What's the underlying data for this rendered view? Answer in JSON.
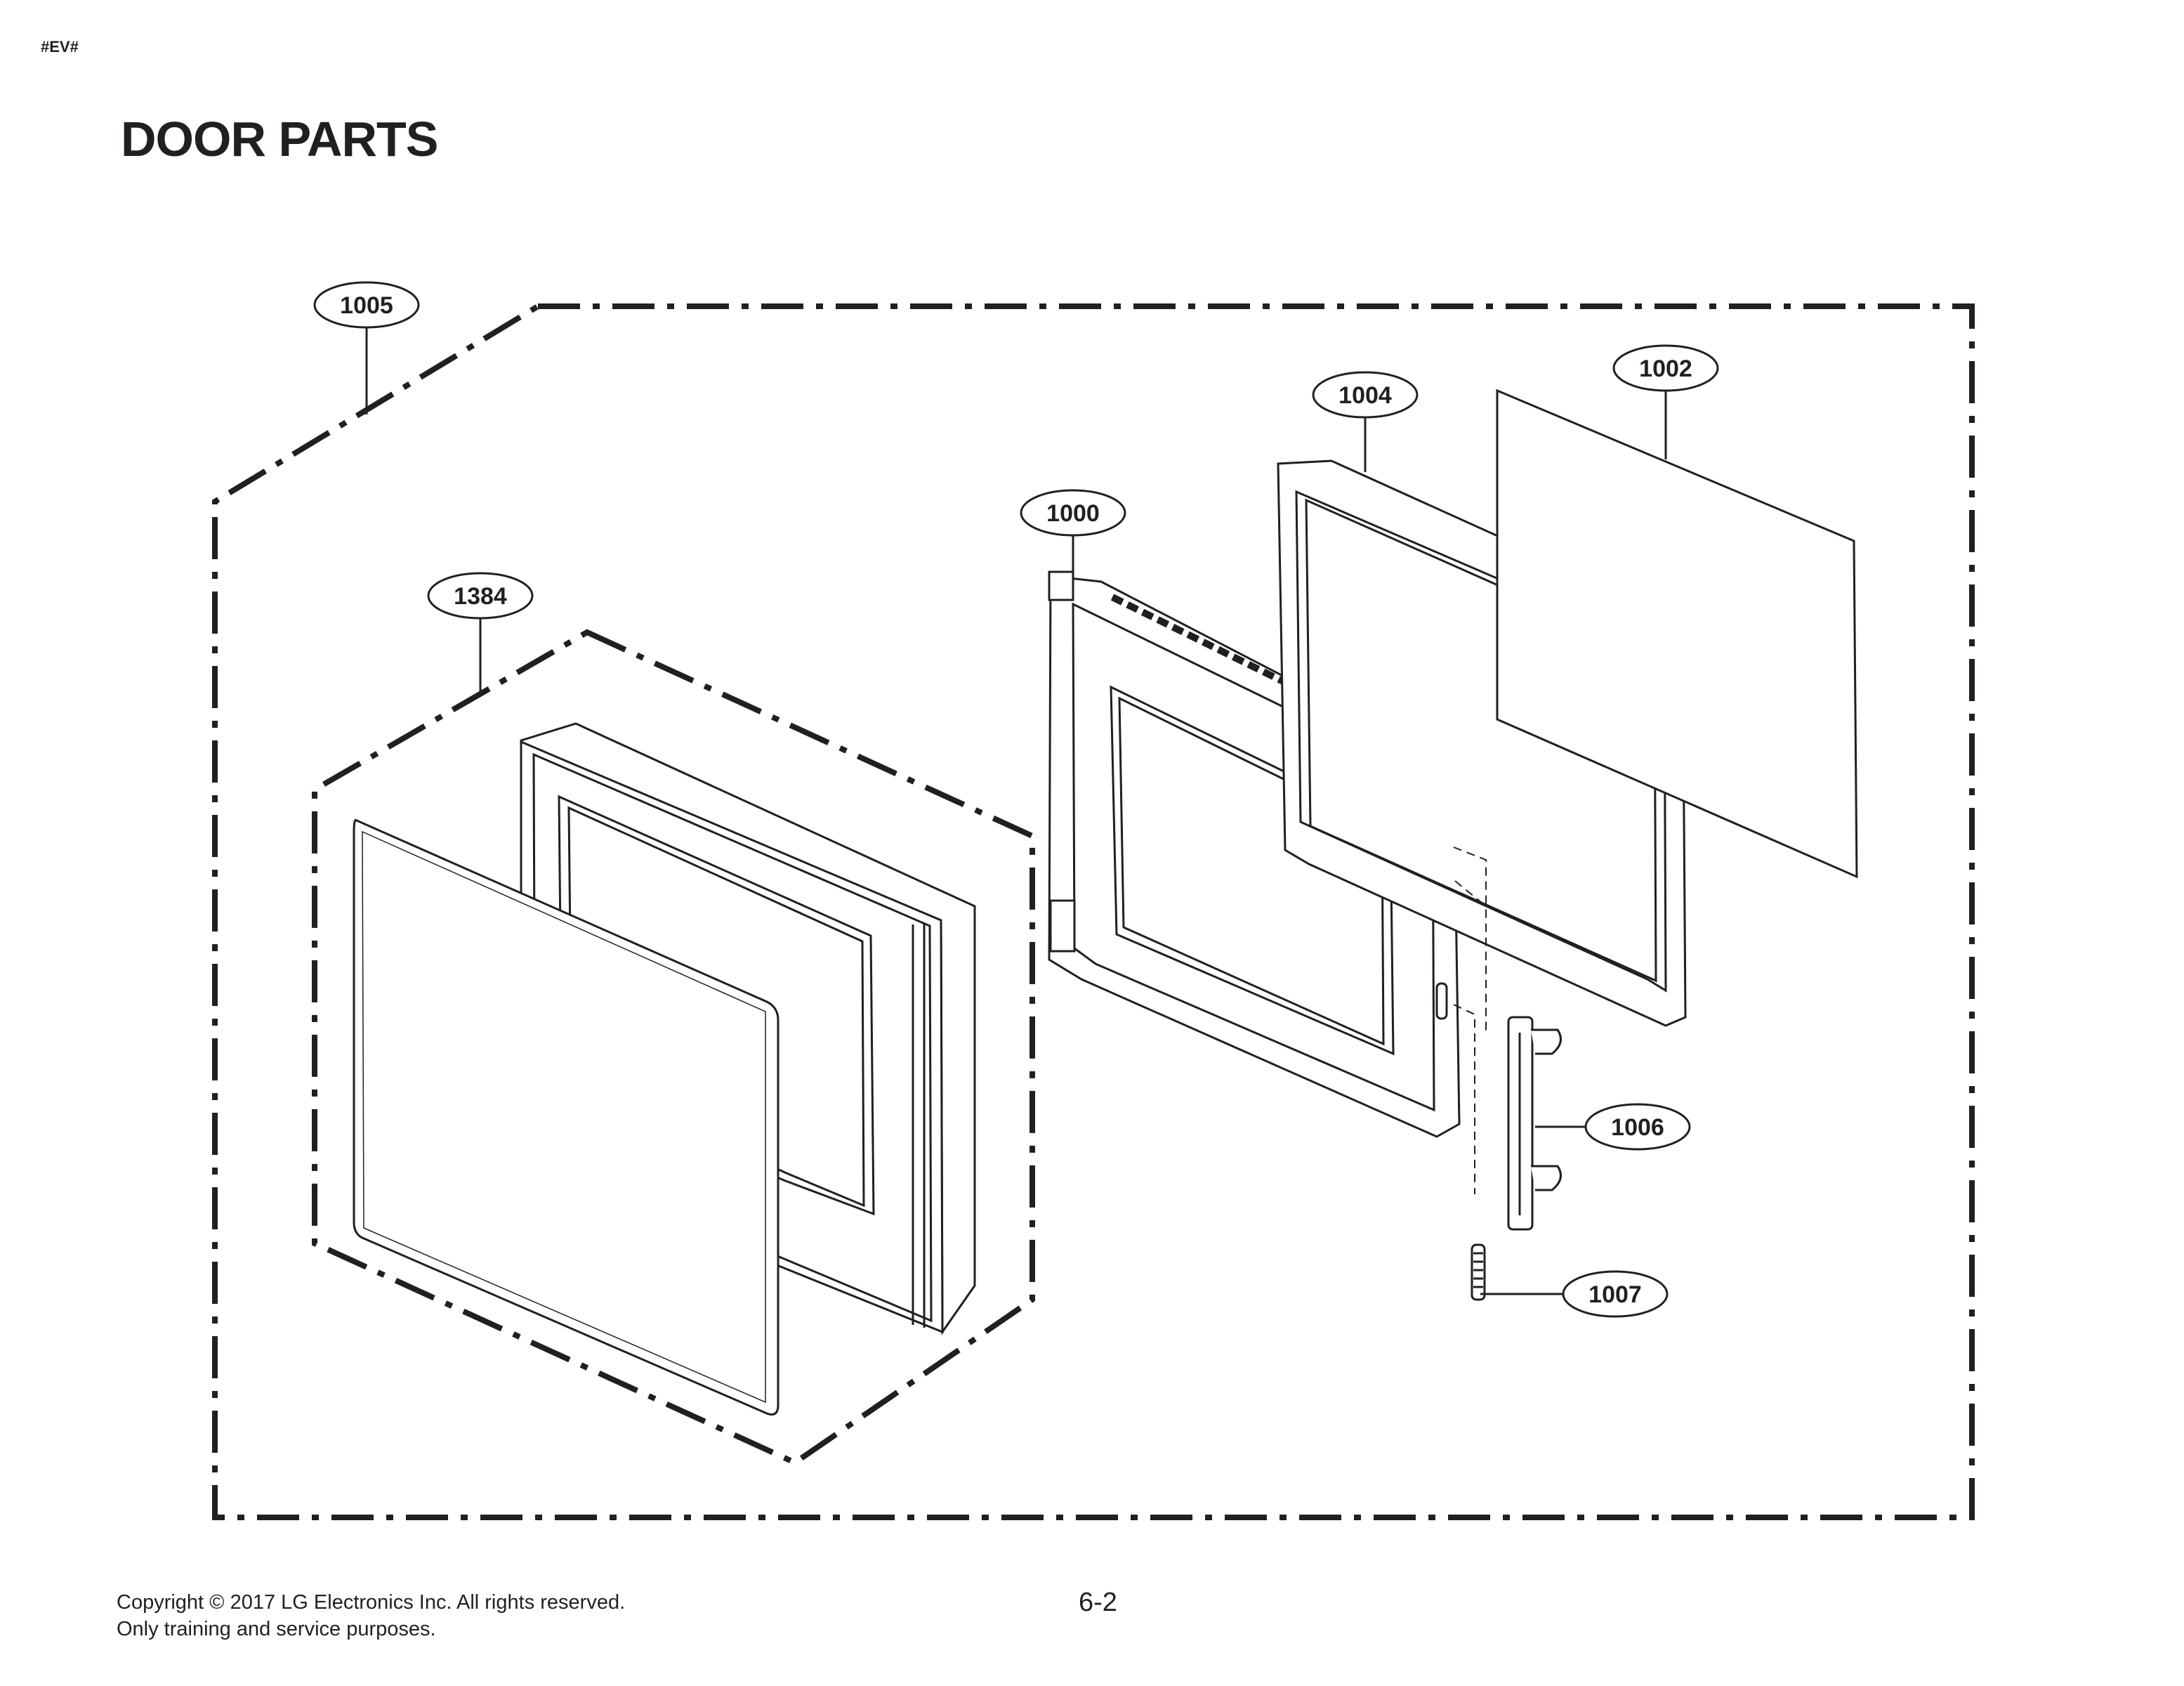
{
  "header": {
    "code": "#EV#",
    "title": "DOOR PARTS"
  },
  "callouts": [
    "1005",
    "1002",
    "1004",
    "1000",
    "1384",
    "1006",
    "1007"
  ],
  "footer": {
    "copyright": "Copyright © 2017 LG Electronics Inc. All rights reserved.",
    "purpose": "Only training and service purposes.",
    "page_number": "6-2"
  }
}
